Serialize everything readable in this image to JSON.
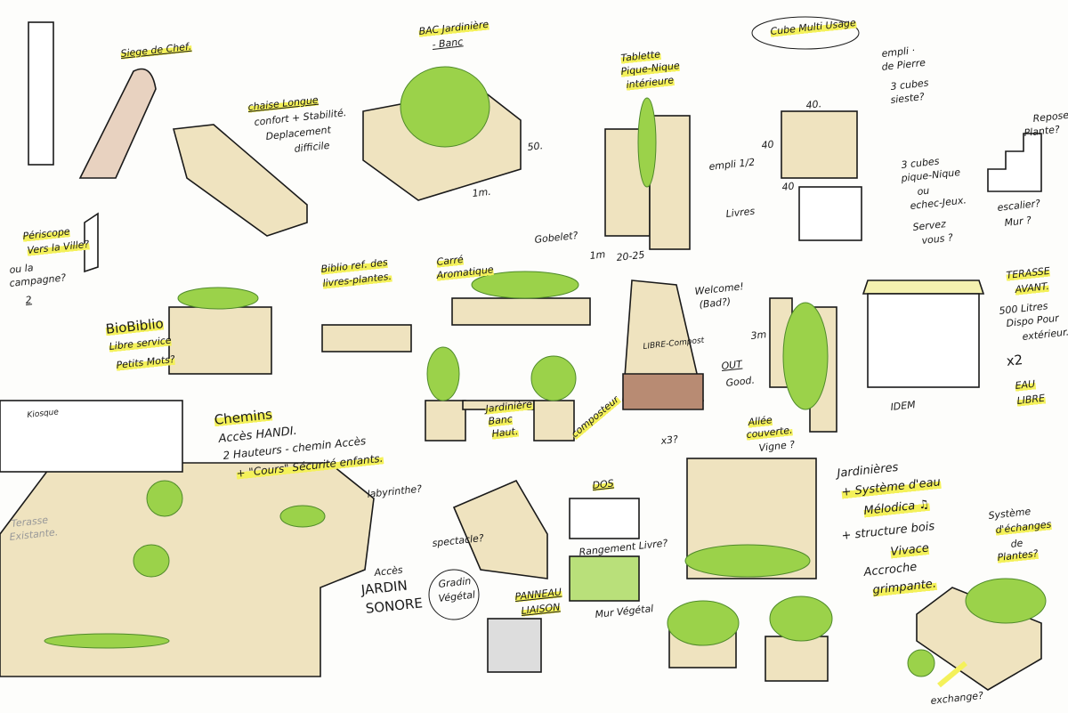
{
  "colors": {
    "wood": "#efe3bf",
    "wood_dark": "#d9c48c",
    "plant": "#9bd24a",
    "plant_dark": "#4f8a2a",
    "soil": "#b88b73",
    "highlight": "#f4f15a",
    "ink": "#1a1a1a"
  },
  "labels": {
    "siege": "Siege de Chef.",
    "chaise_title": "chaise Longue",
    "chaise_note1": "confort + Stabilité.",
    "chaise_note2": "Deplacement",
    "chaise_note3": "difficile",
    "bac_title": "BAC Jardinière",
    "bac_sub": "- Banc",
    "bac_dim1": "50.",
    "bac_dim2": "1m.",
    "tablette": "Tablette",
    "tablette2": "Pique-Nique",
    "tablette3": "intérieure",
    "gobelet": "Gobelet?",
    "tab_dim1": "1m",
    "tab_dim2": "20-25",
    "cube_title": "Cube Multi Usage",
    "empli_pierre": "empli ·",
    "empli_pierre2": "de Pierre",
    "sieste": "3 cubes",
    "sieste2": "sieste?",
    "repose": "Repose",
    "repose2": "Plante?",
    "piquenique": "3 cubes",
    "piquenique2": "pique-Nique",
    "piquenique3": "ou",
    "piquenique4": "echec-Jeux.",
    "escalier": "escalier?",
    "mur": "Mur ?",
    "cube_dim1": "40.",
    "cube_dim2": "40",
    "cube_dim3": "40",
    "empli_half": "empli 1/2",
    "livres": "Livres",
    "servez": "Servez",
    "servez2": "vous ?",
    "periscope": "Périscope",
    "periscope2": "Vers la Ville?",
    "campagne": "ou la",
    "campagne2": "campagne?",
    "num2": "2",
    "biobiblio": "BioBiblio",
    "biobiblio2": "Libre service",
    "biobiblio3": "Petits Mots?",
    "biblio_ref": "Biblio ref. des",
    "biblio_ref2": "livres-plantes.",
    "carre": "Carré",
    "carre2": "Aromatique",
    "welcome": "Welcome!",
    "welcome2": "(Bad?)",
    "libre_compost": "LIBRE-Compost",
    "out": "OUT",
    "good": "Good.",
    "dim3m": "3m",
    "terasse": "TERASSE",
    "terasse2": "AVANT.",
    "litres": "500 Litres",
    "litres2": "Dispo Pour",
    "litres3": "extérieur.",
    "x2": "x2",
    "eau": "EAU",
    "eau2": "LIBRE",
    "idem": "IDEM",
    "jard_banc": "Jardinière",
    "jard_banc2": "Banc",
    "jard_banc3": "Haut.",
    "composteur": "composteur",
    "x3": "x3?",
    "allee": "Allée",
    "allee2": "couverte.",
    "allee3": "Vigne ?",
    "kiosque": "Kiosque",
    "chemins": "Chemins",
    "acces_handi": "Accès HANDI.",
    "hauteurs": "2 Hauteurs - chemin Accès",
    "cours": "+ \"Cours\" Sécurité enfants.",
    "labyrinthe": "labyrinthe?",
    "terasse_exist": "Terasse",
    "terasse_exist2": "Existante.",
    "acces_jardin": "Accès",
    "acces_jardin2": "JARDIN",
    "acces_jardin3": "SONORE",
    "spectacle": "spectacle?",
    "gradin": "Gradin",
    "gradin2": "Végétal",
    "dos": "DOS",
    "rangement": "Rangement Livre?",
    "mur_vegetal": "Mur Végétal",
    "panneau": "PANNEAU",
    "panneau2": "LIAISON",
    "jardinieres": "Jardinières",
    "systeme_eau": "+ Système d'eau",
    "melodica": "Mélodica ♫",
    "structure": "+ structure bois",
    "vivace": "Vivace",
    "accroche": "Accroche",
    "grimpante": "grimpante.",
    "echanges": "Système",
    "echanges2": "d'échanges",
    "echanges3": "de",
    "echanges4": "Plantes?",
    "exchange": "exchange?"
  }
}
